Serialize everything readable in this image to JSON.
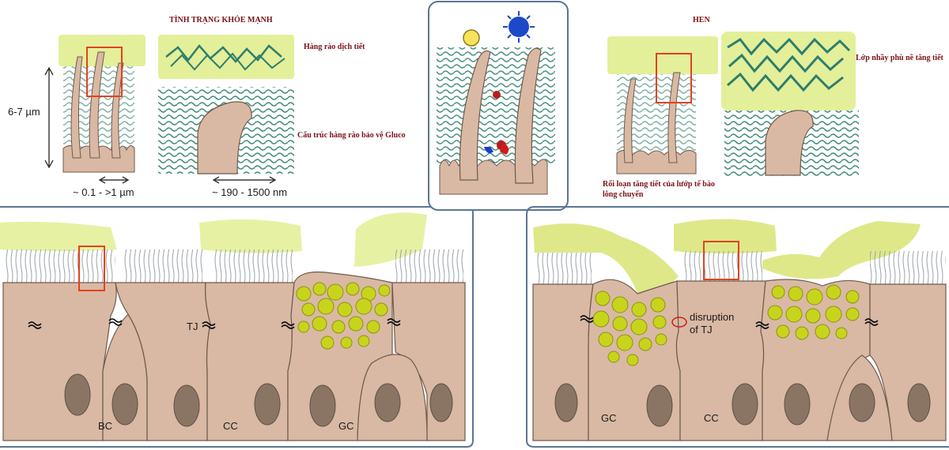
{
  "healthy": {
    "title": "TÌNH TRẠNG KHỎE MẠNH",
    "secretory_barrier": "Hàng rào dịch tiết",
    "glyco_structure": "Cấu trúc hàng rào bảo vệ Gluco",
    "height_label": "6-7 µm",
    "width_label": "~ 0.1 - >1 µm",
    "glyco_size_label": "~ 190 - 1500 nm",
    "cell_labels": {
      "tj": "TJ",
      "bc": "BC",
      "cc": "CC",
      "gc": "GC"
    }
  },
  "asthma": {
    "title": "HEN",
    "mucus_label": "Lớp nhầy phù nề tăng tiết",
    "dysfunction_label_line1": "Rối loạn tăng tiết của lướp tế bào",
    "dysfunction_label_line2": "lông chuyển",
    "disruption_line1": "disruption",
    "disruption_line2": "of TJ",
    "cell_labels": {
      "gc": "GC",
      "cc": "CC"
    }
  },
  "colors": {
    "mucus": "#e4ef9a",
    "cell": "#d9b9a3",
    "cell_stroke": "#6e5a4e",
    "nucleus": "#8a7565",
    "goblet_granule": "#c8d41c",
    "glyco": "#2d7e6c",
    "highlight_box": "#e3421f",
    "panel_border": "#5b7594"
  }
}
